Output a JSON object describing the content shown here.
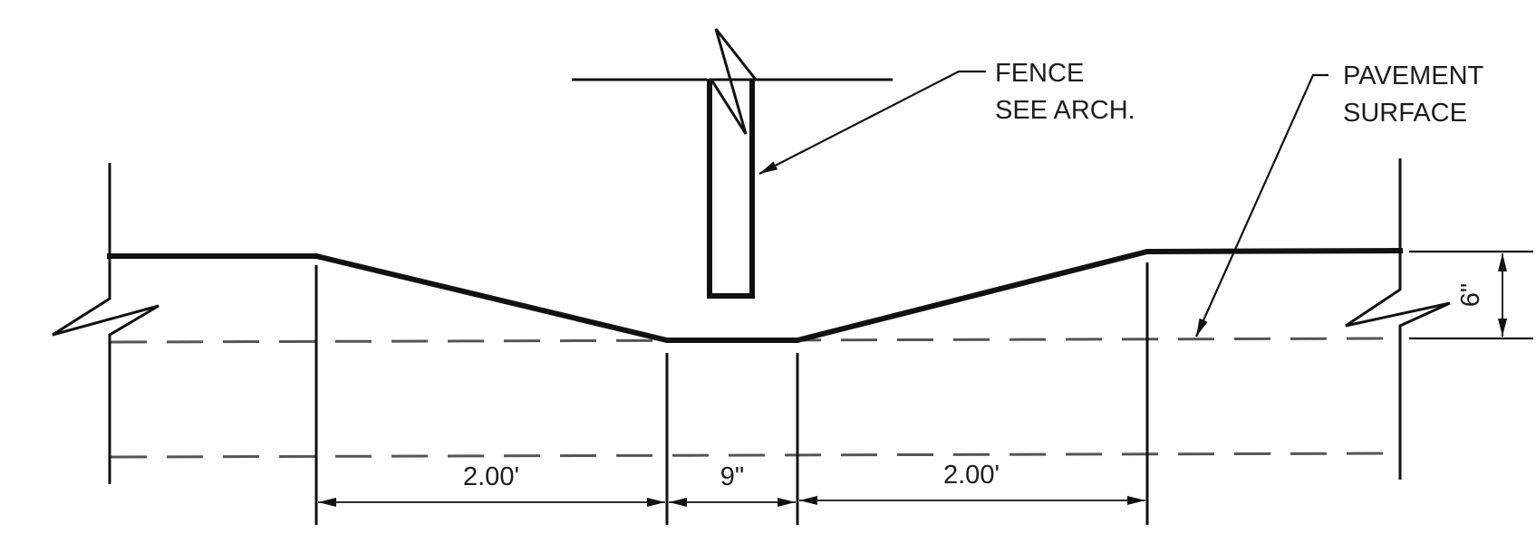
{
  "labels": {
    "fence_line1": "FENCE",
    "fence_line2": "SEE ARCH.",
    "pavement_line1": "PAVEMENT",
    "pavement_line2": "SURFACE"
  },
  "dimensions": {
    "left_width": "2.00'",
    "center_width": "9\"",
    "right_width": "2.00'",
    "depth": "6\""
  }
}
